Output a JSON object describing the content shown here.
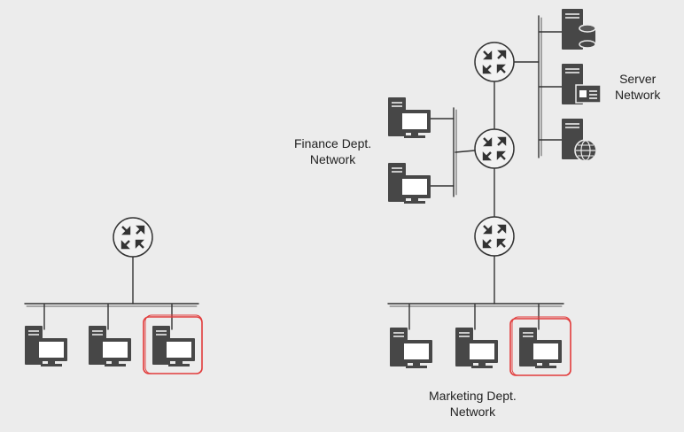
{
  "labels": {
    "finance": [
      "Finance Dept.",
      "Network"
    ],
    "server": [
      "Server",
      "Network"
    ],
    "marketing": [
      "Marketing Dept.",
      "Network"
    ]
  },
  "colors": {
    "background": "#ececec",
    "device": "#474747",
    "line": "#333333",
    "highlight": "#e23b3b"
  },
  "icons": {
    "router": "router-icon",
    "workstation": "computer-icon",
    "database_server": "database-server-icon",
    "web_server": "web-server-icon",
    "internet_server": "globe-server-icon"
  }
}
